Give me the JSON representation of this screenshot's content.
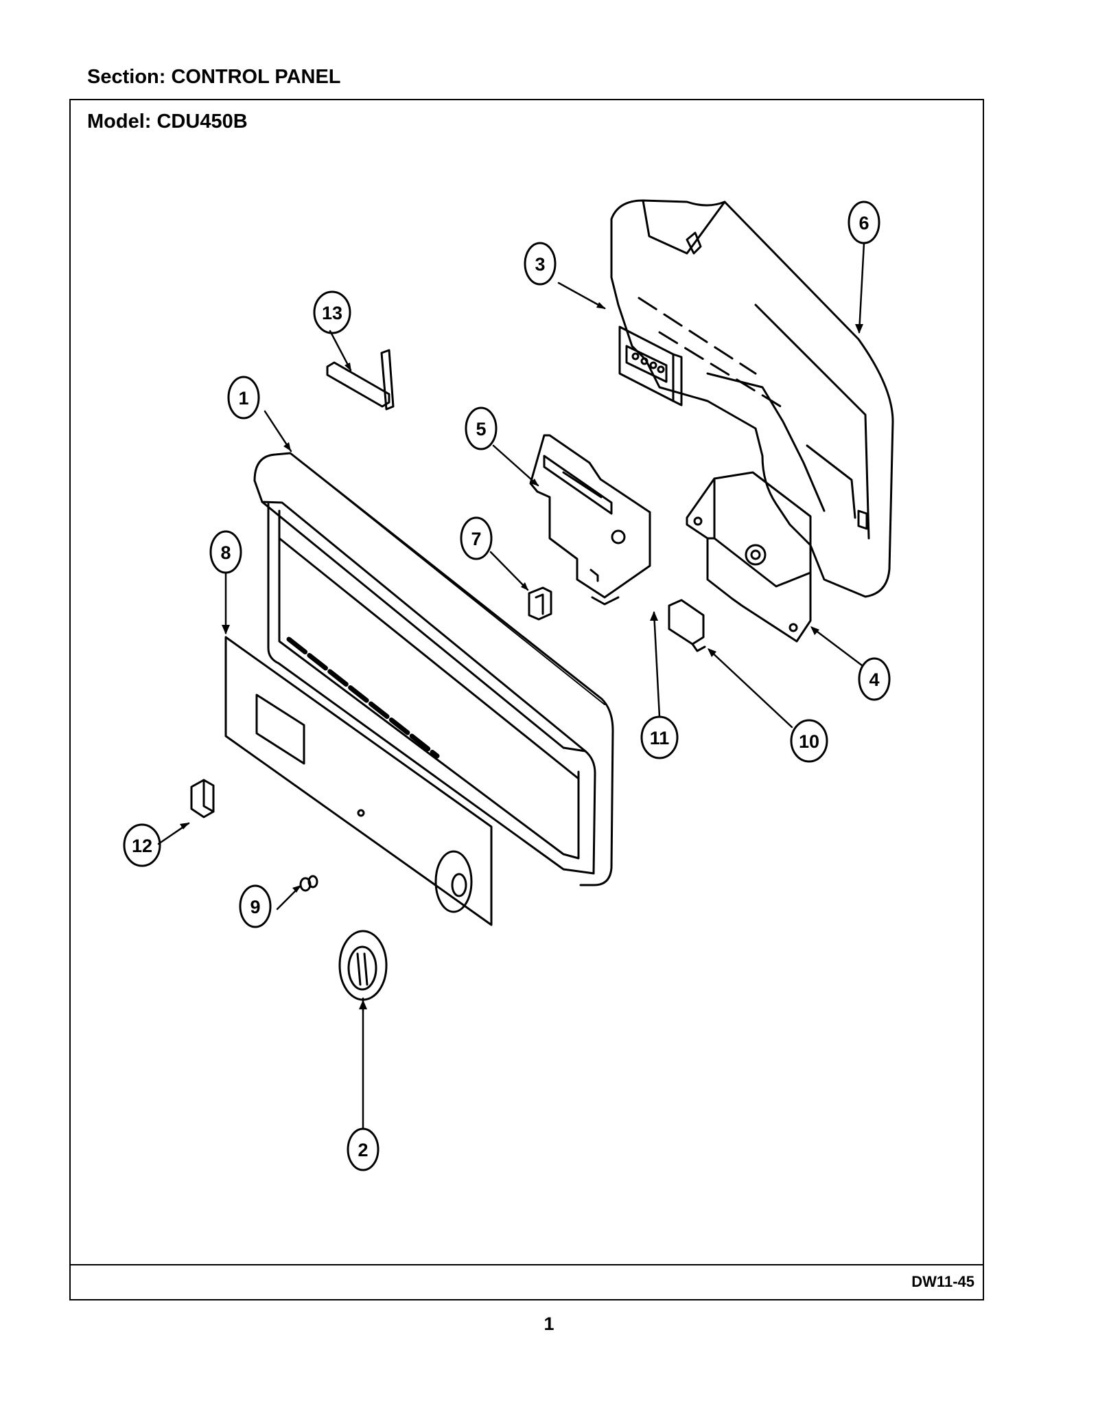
{
  "header": {
    "section": "Section:  CONTROL PANEL"
  },
  "frame": {
    "model": "Model:  CDU450B",
    "drawing_code": "DW11-45"
  },
  "page": {
    "number": "1"
  },
  "callouts": [
    "1",
    "2",
    "3",
    "4",
    "5",
    "6",
    "7",
    "8",
    "9",
    "10",
    "11",
    "12",
    "13"
  ]
}
